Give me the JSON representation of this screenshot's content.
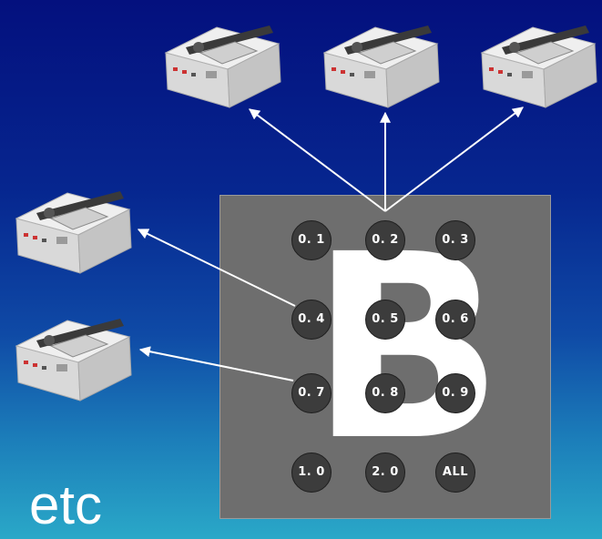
{
  "buttons": [
    {
      "id": "0-1",
      "label": "0. 1"
    },
    {
      "id": "0-2",
      "label": "0. 2"
    },
    {
      "id": "0-3",
      "label": "0. 3"
    },
    {
      "id": "0-4",
      "label": "0. 4"
    },
    {
      "id": "0-5",
      "label": "0. 5"
    },
    {
      "id": "0-6",
      "label": "0. 6"
    },
    {
      "id": "0-7",
      "label": "0. 7"
    },
    {
      "id": "0-8",
      "label": "0. 8"
    },
    {
      "id": "0-9",
      "label": "0. 9"
    },
    {
      "id": "1-0",
      "label": "1. 0"
    },
    {
      "id": "2-0",
      "label": "2. 0"
    },
    {
      "id": "all",
      "label": "ALL"
    }
  ],
  "panel_letter": "B",
  "caption": "etc",
  "colors": {
    "panel": "#6e6e6e",
    "button": "#3c3c3c",
    "arrow": "#ffffff",
    "text": "#ffffff"
  },
  "icons": {
    "device": "digital-projector-icon"
  }
}
